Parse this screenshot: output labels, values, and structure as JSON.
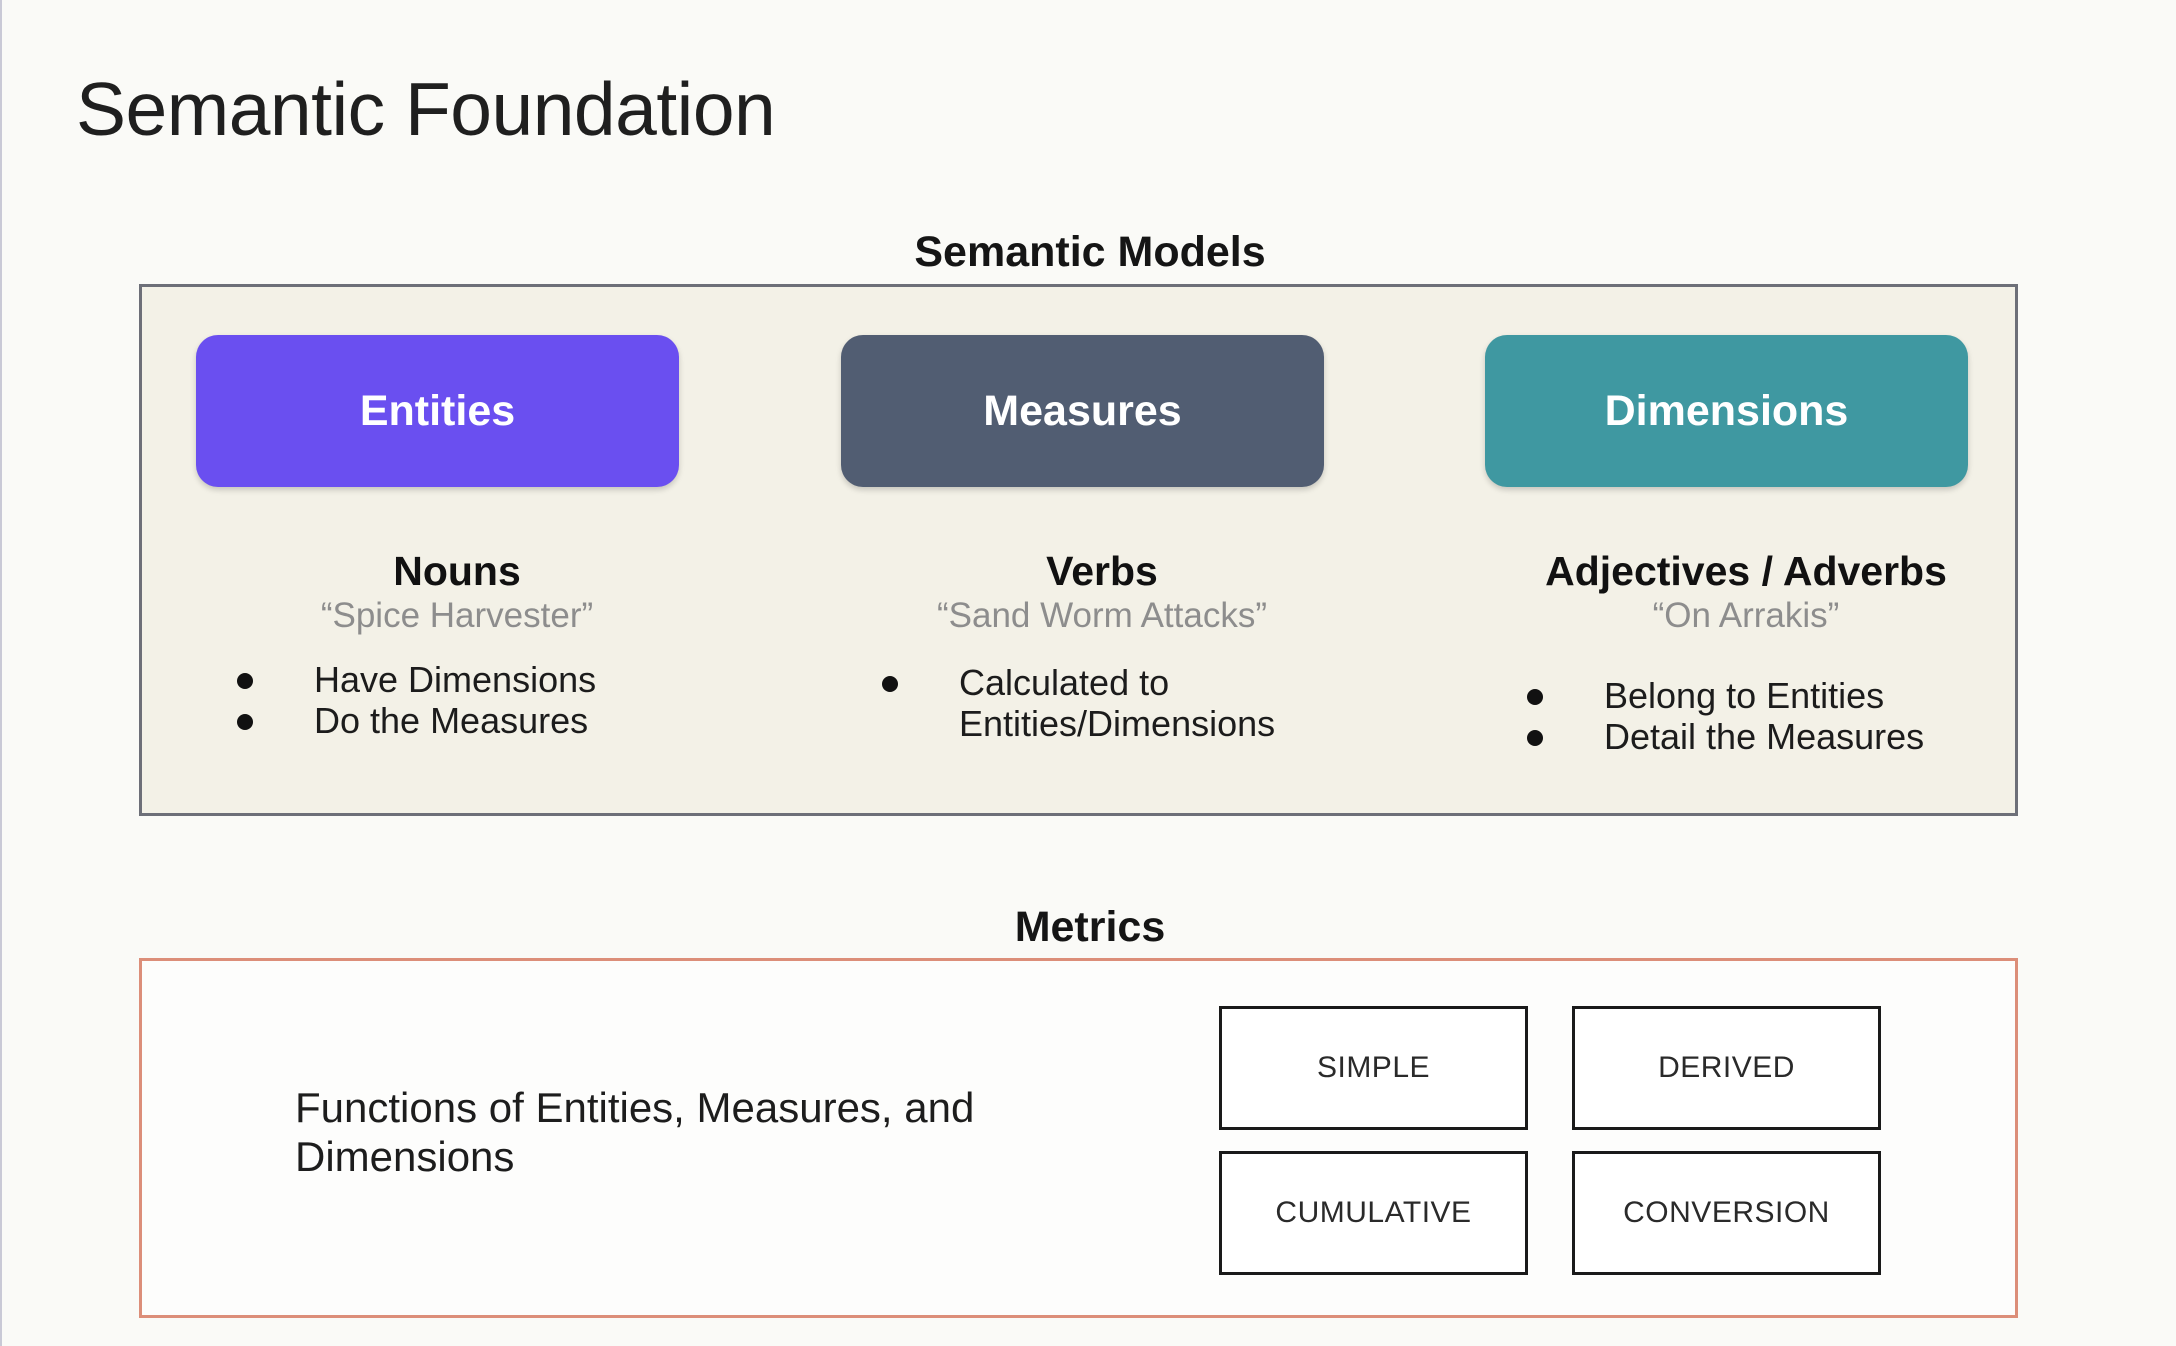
{
  "title": "Semantic Foundation",
  "semantic_models": {
    "label": "Semantic Models",
    "columns": [
      {
        "pill_label": "Entities",
        "pill_color": "#6a4ff0",
        "title": "Nouns",
        "example": "“Spice Harvester”",
        "bullets": [
          "Have Dimensions",
          "Do the Measures"
        ]
      },
      {
        "pill_label": "Measures",
        "pill_color": "#515d72",
        "title": "Verbs",
        "example": "“Sand Worm Attacks”",
        "bullets": [
          "Calculated to Entities/Dimensions"
        ]
      },
      {
        "pill_label": "Dimensions",
        "pill_color": "#3f98a1",
        "title": "Adjectives / Adverbs",
        "example": "“On Arrakis”",
        "bullets": [
          "Belong to Entities",
          "Detail the Measures"
        ]
      }
    ]
  },
  "metrics": {
    "label": "Metrics",
    "description": "Functions of Entities, Measures, and Dimensions",
    "types": [
      "SIMPLE",
      "DERIVED",
      "CUMULATIVE",
      "CONVERSION"
    ]
  }
}
